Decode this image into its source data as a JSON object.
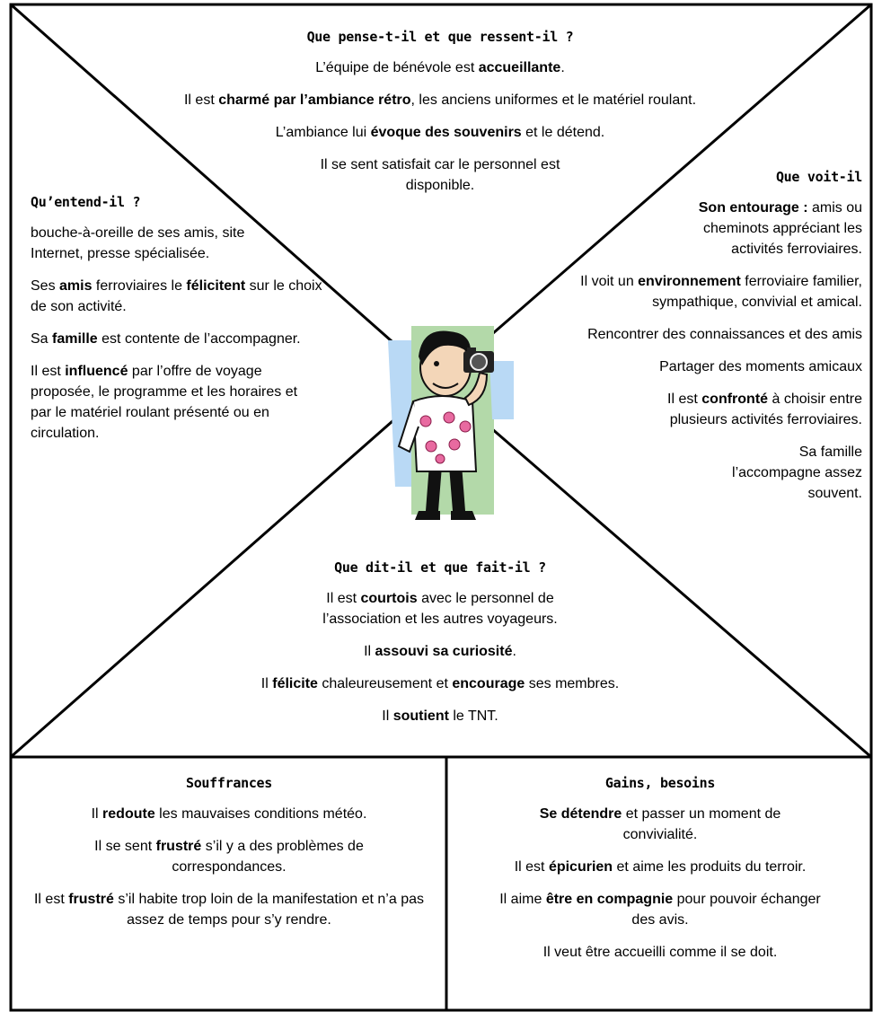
{
  "think_feel": {
    "title": "Que pense-t-il et que ressent-il ?",
    "items": [
      [
        "L’équipe de bénévole est ",
        "accueillante",
        "."
      ],
      [
        "Il est ",
        "charmé par l’ambiance rétro",
        ", les anciens uniformes et le matériel roulant."
      ],
      [
        "L’ambiance lui ",
        "évoque des souvenirs",
        " et le détend."
      ],
      [
        "Il se sent satisfait car le personnel est disponible.",
        "",
        ""
      ]
    ]
  },
  "hear": {
    "title": "Qu’entend-il ?",
    "items": [
      [
        "bouche-à-oreille de ses amis, site Internet, presse spécialisée.",
        "",
        "",
        "",
        ""
      ],
      [
        "Ses ",
        "amis",
        " ferroviaires le ",
        "félicitent",
        " sur le choix de son activité."
      ],
      [
        "Sa ",
        "famille",
        " est contente de l’accompagner.",
        "",
        ""
      ],
      [
        "Il est ",
        "influencé",
        " par l’offre de voyage proposée, le programme et les horaires et par le matériel roulant présenté ou en circulation.",
        "",
        ""
      ]
    ]
  },
  "see": {
    "title": "Que voit-il",
    "items": [
      [
        "",
        "Son entourage :",
        " amis ou cheminots appréciant les activités ferroviaires."
      ],
      [
        "Il voit un ",
        "environnement",
        " ferroviaire familier, sympathique, convivial et amical."
      ],
      [
        "Rencontrer des connaissances et des amis",
        "",
        ""
      ],
      [
        "Partager des moments amicaux",
        "",
        ""
      ],
      [
        "Il est ",
        "confronté",
        " à choisir entre plusieurs activités ferroviaires."
      ],
      [
        "Sa famille l’accompagne assez souvent.",
        "",
        ""
      ]
    ]
  },
  "say_do": {
    "title": "Que dit-il et que fait-il ?",
    "items": [
      [
        "Il est ",
        "courtois",
        " avec le personnel de l’association et les autres voyageurs.",
        "",
        ""
      ],
      [
        "Il ",
        "assouvi sa curiosité",
        ".",
        "",
        ""
      ],
      [
        "Il ",
        "félicite",
        " chaleureusement et ",
        "encourage",
        " ses membres."
      ],
      [
        "Il ",
        "soutient",
        " le TNT.",
        "",
        ""
      ]
    ]
  },
  "pains": {
    "title": "Souffrances",
    "items": [
      [
        "Il ",
        "redoute",
        " les mauvaises conditions météo."
      ],
      [
        "Il se sent ",
        "frustré",
        " s’il y a des problèmes de correspondances."
      ],
      [
        "Il est ",
        "frustré",
        " s’il habite trop loin de la manifestation et n’a pas assez de temps pour s’y rendre."
      ]
    ]
  },
  "gains": {
    "title": "Gains, besoins",
    "items": [
      [
        "",
        "Se détendre",
        " et passer un moment de convivialité."
      ],
      [
        "Il est ",
        "épicurien",
        " et aime les produits du terroir."
      ],
      [
        "Il aime ",
        "être en compagnie",
        " pour pouvoir échanger des avis."
      ],
      [
        "Il veut être accueilli comme il se doit.",
        "",
        ""
      ]
    ]
  },
  "colors": {
    "line": "#000000",
    "panel_blue": "#b9d9f5",
    "panel_green": "#b3d9a9",
    "flower": "#e86aa0"
  }
}
